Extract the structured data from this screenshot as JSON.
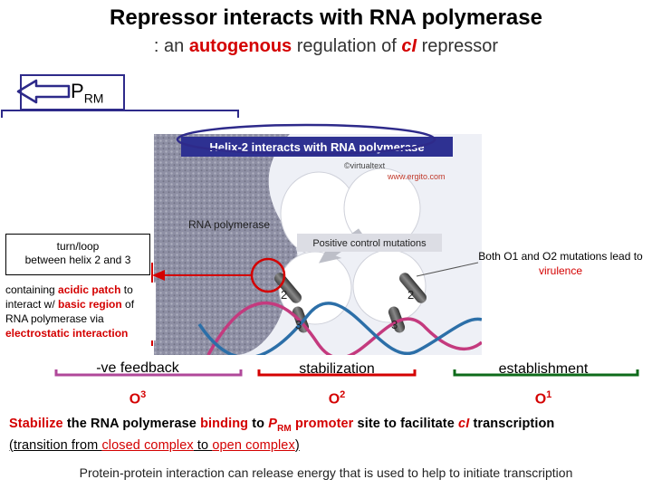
{
  "title": "Repressor interacts with RNA polymerase",
  "subtitle": {
    "prefix": ": an ",
    "highlight": "autogenous",
    "middle": " regulation of ",
    "italic": "cI",
    "suffix": " repressor"
  },
  "promoter": {
    "main": "P",
    "sub": "RM"
  },
  "figure": {
    "banner": "Helix-2 interacts with RNA polymerase",
    "copyright": "©virtualtext",
    "url": "www.ergito.com",
    "rnap_label": "RNA polymerase",
    "mutations_label": "Positive control mutations",
    "helix_numbers": [
      "2",
      "3",
      "2",
      "3"
    ]
  },
  "callouts": {
    "turn_loop": [
      "turn/loop",
      "between helix 2 and 3"
    ],
    "containing": {
      "p1": "containing ",
      "acidic": "acidic patch",
      "p2": " to interact w/ ",
      "basic": "basic region",
      "p3": " of RNA polymerase via ",
      "electro": "electrostatic interaction"
    },
    "mutations": {
      "p1": "Both O1 and O2 mutations lead to ",
      "virulence": "virulence"
    }
  },
  "operators": [
    {
      "role": "-ve feedback",
      "site": "O",
      "sup": "3",
      "color": "#b0489a"
    },
    {
      "role": "stabilization",
      "site": "O",
      "sup": "2",
      "color": "#d40000"
    },
    {
      "role": "establishment",
      "site": "O",
      "sup": "1",
      "color": "#0e6b1a"
    }
  ],
  "statement": {
    "s1": "Stabilize",
    "s2": " the RNA polymerase ",
    "s3": "binding",
    "s4": " to ",
    "s5": "P",
    "s5sub": "RM",
    "s6": " promoter",
    "s7": " site to facilitate ",
    "s8": "cI",
    "s9": " transcription",
    "line2_open": "(",
    "line2_a": "transition from ",
    "line2_b": "closed complex",
    "line2_c": " to ",
    "line2_d": "open complex",
    "line2_close": ")"
  },
  "footer": "Protein-protein interaction can release energy that is used to help to initiate transcription",
  "colors": {
    "red": "#d40000",
    "navy": "#2e2a8a",
    "purple": "#b0489a",
    "green": "#0e6b1a"
  }
}
